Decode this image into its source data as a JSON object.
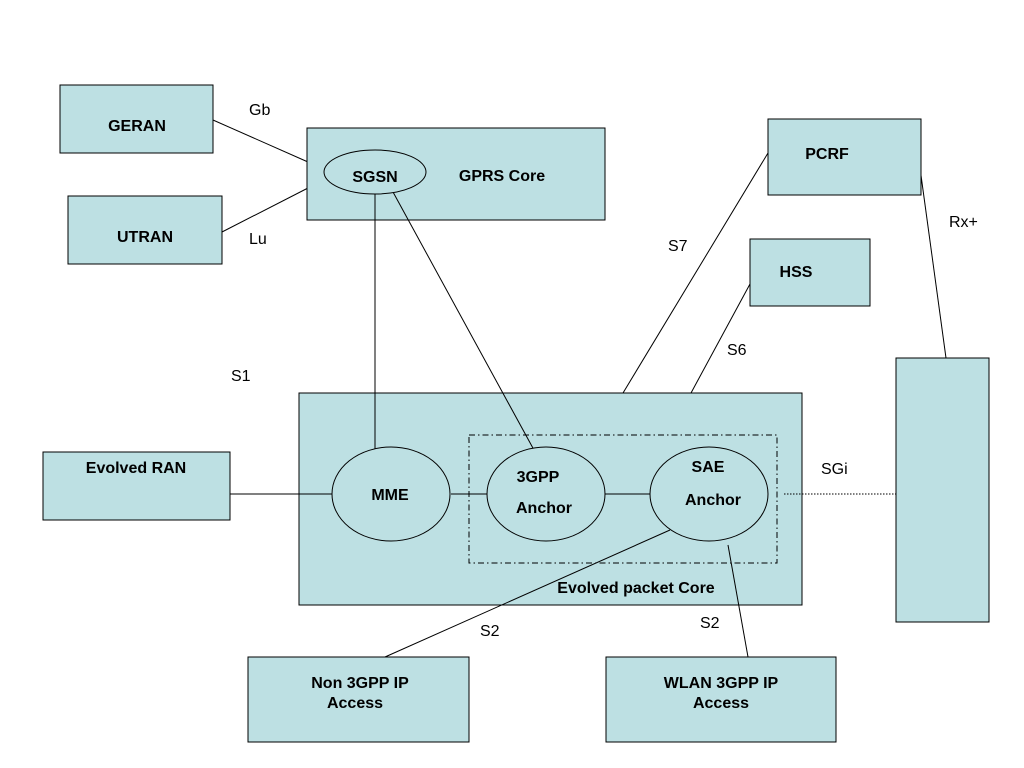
{
  "diagram": {
    "colors": {
      "box_fill": "#bde0e3",
      "stroke": "#000000",
      "text": "#000000"
    },
    "nodes": {
      "geran": "GERAN",
      "utran": "UTRAN",
      "sgsn": "SGSN",
      "gprs_core": "GPRS Core",
      "pcrf": "PCRF",
      "hss": "HSS",
      "evolved_ran": "Evolved RAN",
      "mme": "MME",
      "anchor_3gpp_line1": "3GPP",
      "anchor_3gpp_line2": "Anchor",
      "sae_anchor_line1": "SAE",
      "sae_anchor_line2": "Anchor",
      "evolved_packet_core": "Evolved packet Core",
      "non3gpp_line1": "Non 3GPP IP",
      "non3gpp_line2": "Access",
      "wlan_line1": "WLAN 3GPP IP",
      "wlan_line2": "Access"
    },
    "interfaces": {
      "gb": "Gb",
      "lu": "Lu",
      "s7": "S7",
      "rx_plus": "Rx+",
      "s6": "S6",
      "s1": "S1",
      "sgi": "SGi",
      "s2_left": "S2",
      "s2_right": "S2"
    }
  }
}
